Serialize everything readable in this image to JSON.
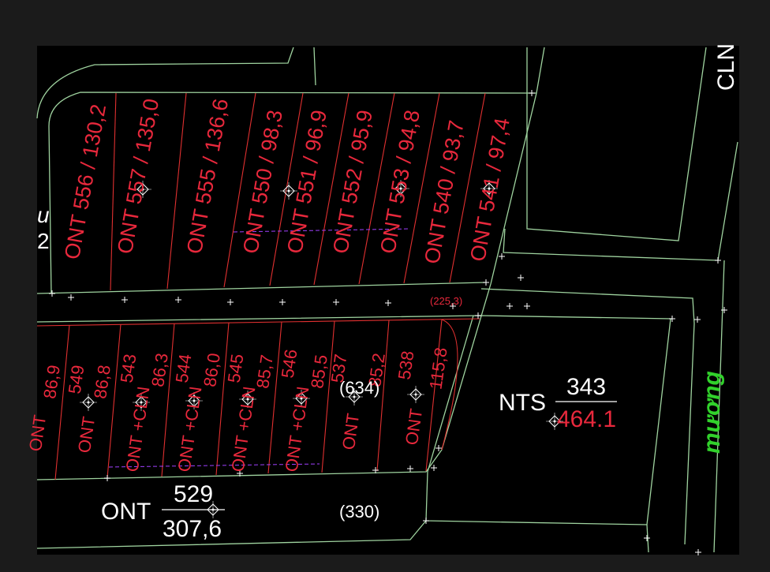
{
  "map": {
    "colors": {
      "frame": "#1b1b1b",
      "canvas": "#000000",
      "parcel_line": "#9fd39f",
      "lot_line": "#e03030",
      "label_red": "#e8283c",
      "label_white": "#ffffff",
      "water_label": "#31d12b",
      "dashed": "#a040ff",
      "marker": "#ffffff"
    },
    "road_labels": {
      "top_right": "CLN",
      "left_partial_1": "u",
      "left_partial_2": "2"
    },
    "upper_row": [
      {
        "text": "ONT 556 / 130,2"
      },
      {
        "text": "ONT 557 / 135,0"
      },
      {
        "text": "ONT 555 / 136,6"
      },
      {
        "text": "ONT 550 / 98,3"
      },
      {
        "text": "ONT 551 / 96,9"
      },
      {
        "text": "ONT 552 / 95,9"
      },
      {
        "text": "ONT 553 / 94,8"
      },
      {
        "text": "ONT 540 / 93,7"
      },
      {
        "text": "ONT 541 / 97,4"
      }
    ],
    "lower_row": {
      "areas": [
        "86,9",
        "86,8",
        "86,3",
        "86,0",
        "85,7",
        "85,5",
        "85,2",
        "115,8"
      ],
      "numbers": [
        "549",
        "543",
        "544",
        "545",
        "546",
        "537",
        "538"
      ],
      "types": [
        "ONT",
        "ONT +CLN",
        "ONT +CLN",
        "ONT +CLN",
        "ONT +CLN",
        "ONT",
        "ONT"
      ],
      "partial_left": "ONT"
    },
    "annotations": {
      "distance": "(225,3)",
      "paren_634": "(634)",
      "paren_330": "(330)"
    },
    "parcel_529": {
      "type": "ONT",
      "number": "529",
      "area": "307,6"
    },
    "parcel_343": {
      "type": "NTS",
      "number": "343",
      "area": "464.1"
    },
    "water_label": "mương"
  }
}
